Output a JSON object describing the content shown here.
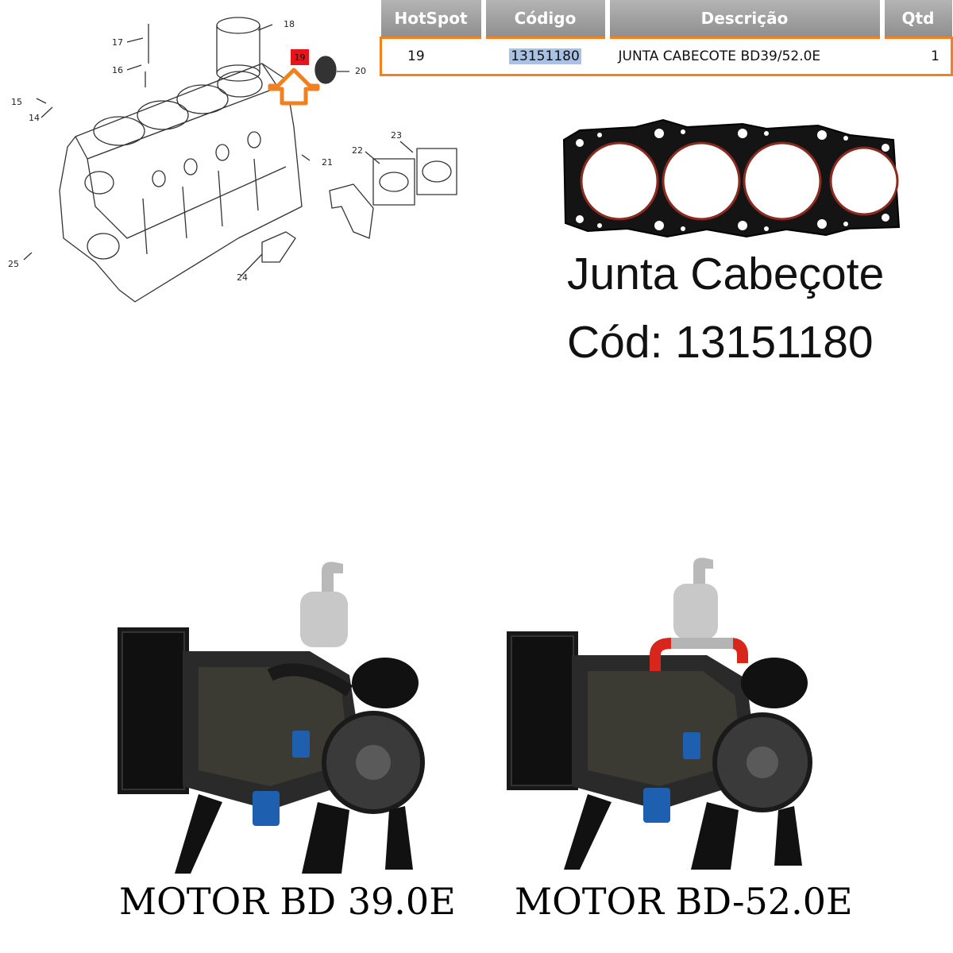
{
  "diagram": {
    "callouts": [
      "14",
      "15",
      "16",
      "17",
      "18",
      "19",
      "20",
      "21",
      "22",
      "23",
      "24",
      "25"
    ],
    "highlight_label": "19"
  },
  "parts_table": {
    "headers": [
      "HotSpot",
      "Código",
      "Descrição",
      "Qtd"
    ],
    "row": {
      "hotspot": "19",
      "code": "13151180",
      "description": "JUNTA CABECOTE BD39/52.0E",
      "qty": "1"
    }
  },
  "product": {
    "name": "Junta Cabeçote",
    "code_line": "Cód: 13151180"
  },
  "engines": [
    {
      "label": "MOTOR BD 39.0E"
    },
    {
      "label": "MOTOR BD-52.0E"
    }
  ],
  "colors": {
    "accent_orange": "#f08020",
    "hotspot_red": "#e8141c",
    "selection_blue": "#a9c2e4"
  }
}
